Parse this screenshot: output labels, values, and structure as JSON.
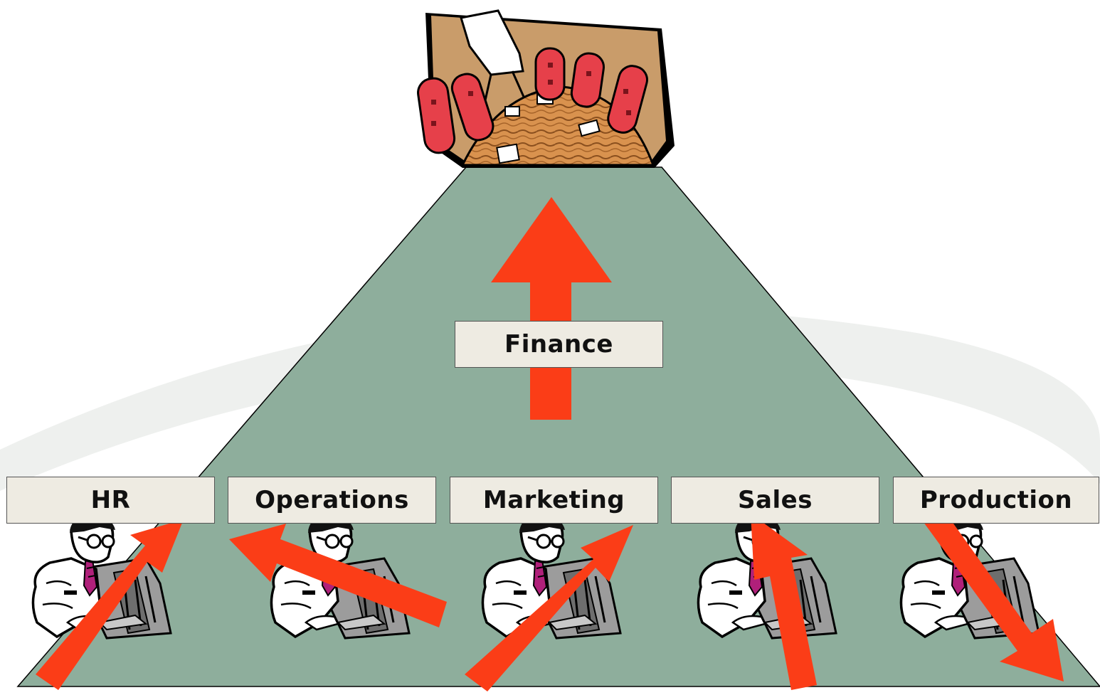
{
  "finance": {
    "label": "Finance"
  },
  "departments": [
    {
      "label": "HR"
    },
    {
      "label": "Operations"
    },
    {
      "label": "Marketing"
    },
    {
      "label": "Sales"
    },
    {
      "label": "Production"
    }
  ],
  "colors": {
    "pyramid": "#8eae9c",
    "arrow": "#fb3d17",
    "label_fill": "#eeebe2",
    "swoosh": "#eef0ee"
  },
  "icons": {
    "top": "boardroom-icon",
    "worker": "office-worker-icon"
  }
}
